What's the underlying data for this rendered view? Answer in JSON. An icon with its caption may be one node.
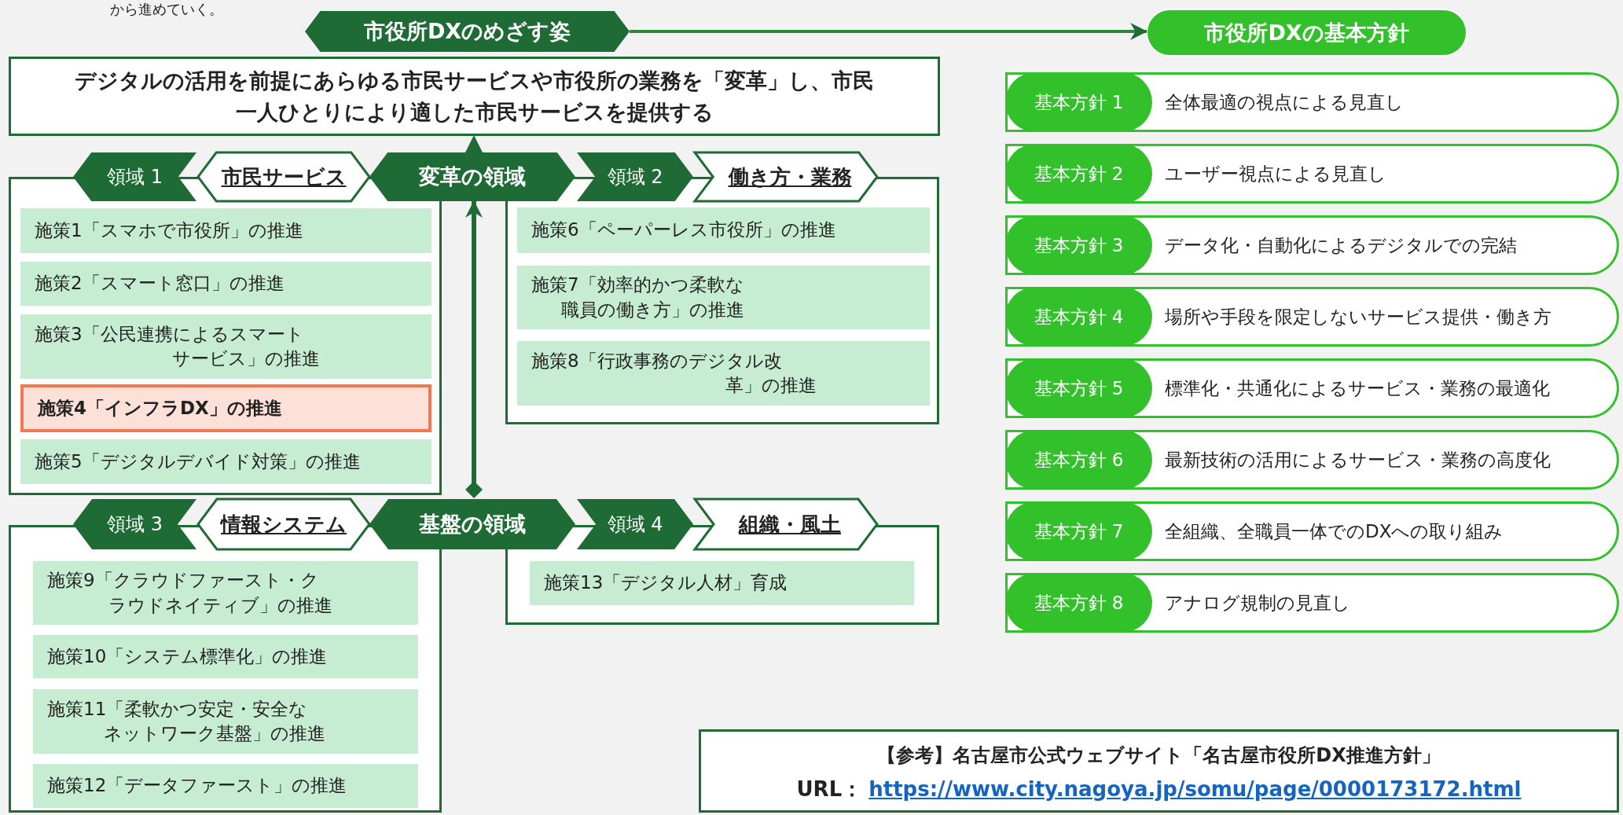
{
  "diagram": {
    "nodes": [
      {
        "text": [
          "市役所DXのめざす姿"
        ]
      },
      {
        "text": [
          "デジタルの活用を前提にあらゆる市民サービスや市役所の業務を「変革」し、市民一人ひとりにより適した市民サービスを提供する"
        ]
      },
      {
        "text": [
          "市役所DXの基本方針"
        ]
      },
      {
        "text": [
          "領域 1"
        ]
      },
      {
        "text": [
          "市民サービス"
        ]
      },
      {
        "text": [
          "変革の領域"
        ]
      },
      {
        "text": [
          "領域 2"
        ]
      },
      {
        "text": [
          "働き方・業務"
        ]
      },
      {
        "text": [],
        "shape": "box"
      },
      {
        "text": [
          "施策1「スマホで市役所」の推進"
        ],
        "in": 8
      },
      {
        "text": [
          "施策2「スマート窓口」の推進"
        ],
        "in": 8
      },
      {
        "text": [
          "施策3「公民連携によるスマートサービス」の推進"
        ],
        "in": 8
      },
      {
        "text": [
          "施策4「インフラDX」の推進"
        ],
        "in": 8
      },
      {
        "text": [
          "施策5「デジタルデバイド対策」の推進"
        ],
        "in": 8
      },
      {
        "text": [],
        "shape": "box"
      },
      {
        "text": [
          "施策6「ペーパーレス市役所」の推進"
        ],
        "in": 14
      },
      {
        "text": [
          "施策7「効率的かつ柔軟な職員の働き方」の推進"
        ],
        "in": 14
      },
      {
        "text": [
          "施策8「行政事務のデジタル改革」の推進"
        ],
        "in": 14
      },
      {
        "text": [
          "領域 3"
        ]
      },
      {
        "text": [
          "情報システム"
        ]
      },
      {
        "text": [
          "基盤の領域"
        ]
      },
      {
        "text": [
          "領域 4"
        ]
      },
      {
        "text": [
          "組織・風土"
        ]
      },
      {
        "text": [],
        "shape": "box"
      },
      {
        "text": [
          "施策9「クラウドファースト・クラウドネイティブ」の推進"
        ],
        "in": 23
      },
      {
        "text": [
          "施策10「システム標準化」の推進"
        ],
        "in": 23
      },
      {
        "text": [
          "施策11「柔軟かつ安定・安全なネットワーク基盤」の推進"
        ],
        "in": 23
      },
      {
        "text": [
          "施策12「データファースト」の推進"
        ],
        "in": 23
      },
      {
        "text": [],
        "shape": "box"
      },
      {
        "text": [
          "施策13「デジタル人材」育成"
        ],
        "in": 28
      },
      {
        "text": [
          "基本方針 1",
          "全体最適の視点による見直し"
        ]
      },
      {
        "text": [
          "基本方針 2",
          "ユーザー視点による見直し"
        ]
      },
      {
        "text": [
          "基本方針 3",
          "データ化・自動化によるデジタルでの完結"
        ]
      },
      {
        "text": [
          "基本方針 4",
          "場所や手段を限定しないサービス提供・働き方"
        ]
      },
      {
        "text": [
          "基本方針 5",
          "標準化・共通化によるサービス・業務の最適化"
        ]
      },
      {
        "text": [
          "基本方針 6",
          "最新技術の活用によるサービス・業務の高度化"
        ]
      },
      {
        "text": [
          "基本方針 7",
          "全組織、全職員一体でのDXへの取り組み"
        ]
      },
      {
        "text": [
          "基本方針 8",
          "アナログ規制の見直し"
        ]
      },
      {
        "text": [
          "【参考】名古屋市公式ウェブサイト「名古屋市役所DX推進方針」",
          "URL：",
          "https://www.city.nagoya.jp/somu/page/0000173172.html"
        ]
      }
    ],
    "edges": [
      {
        "from": 0,
        "to": 2,
        "arrow": "to"
      },
      {
        "from": 20,
        "to": 5,
        "arrow": "to"
      },
      {
        "from": 5,
        "to": 1,
        "arrow": "to"
      }
    ],
    "labels": [
      "から進めていく。"
    ]
  }
}
